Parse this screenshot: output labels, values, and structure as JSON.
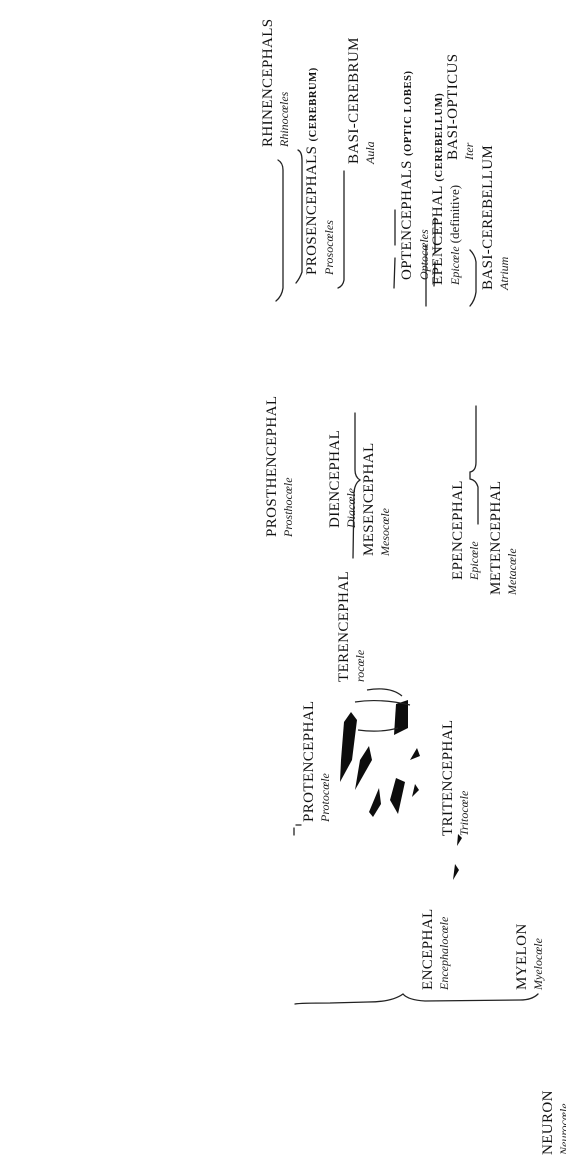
{
  "colors": {
    "ink": "#111111",
    "paper": "#ffffff"
  },
  "terms": {
    "neuron": {
      "main": "NEURON",
      "sub": "Neurocœle"
    },
    "encephal": {
      "main": "ENCEPHAL",
      "sub": "Encephalocœle"
    },
    "myelon": {
      "main": "MYELON",
      "sub": "Myelocœle"
    },
    "protencephal": {
      "main": "PROTENCEPHAL",
      "sub": "Protocœle"
    },
    "deuterencephal": {
      "main": "TERENCEPHAL",
      "sub": "rocœle"
    },
    "tritencephal": {
      "main": "TRITENCEPHAL",
      "sub": "Tritocœle"
    },
    "prosthencephal": {
      "main": "PROSTHENCEPHAL",
      "sub": "Prosthocœle"
    },
    "diencephal": {
      "main": "DIENCEPHAL",
      "sub": "Diacœle"
    },
    "mesencephal": {
      "main": "MESENCEPHAL",
      "sub": "Mesocœle"
    },
    "epencephal_group": {
      "main": "EPENCEPHAL",
      "sub": "Epicœle"
    },
    "metencephal": {
      "main": "METENCEPHAL",
      "sub": "Metacœle"
    },
    "rhinencephals": {
      "main": "RHINENCEPHALS",
      "sub": "Rhinocœles"
    },
    "prosencephals": {
      "main": "PROSENCEPHALS",
      "paren": "(CEREBRUM)",
      "sub": "Prosocœles"
    },
    "basi_cerebrum": {
      "main": "BASI-CEREBRUM",
      "sub": "Aula"
    },
    "optencephals": {
      "main": "OPTENCEPHALS",
      "paren": "(OPTIC LOBES)",
      "sub": "Optocœles"
    },
    "basi_opticus": {
      "main": "BASI-OPTICUS",
      "sub": "Iter"
    },
    "epencephal_def": {
      "main": "EPENCEPHAL",
      "paren": "(CEREBELLUM)",
      "sub": "Epicœle",
      "sub_note": "(definitive)"
    },
    "basi_cerebellum": {
      "main": "BASI-CEREBELLUM",
      "sub": "Atrium"
    }
  }
}
